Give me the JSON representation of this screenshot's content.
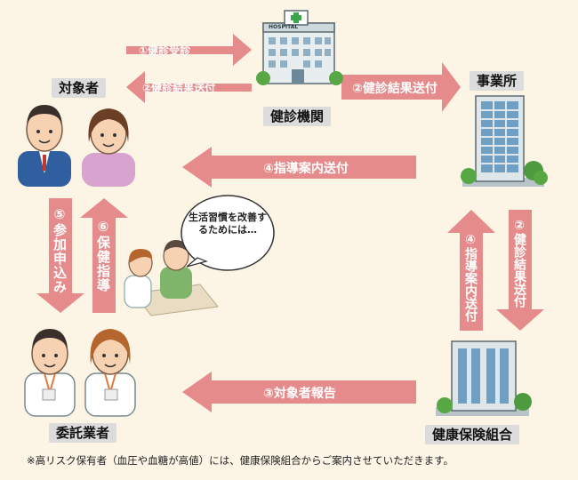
{
  "nodes": {
    "target": "対象者",
    "clinic": "健診機関",
    "company": "事業所",
    "contractor": "委託業者",
    "insurer": "健康保険組合"
  },
  "arrows": {
    "a1": "①健診受診",
    "a2_top": "②健診結果送付",
    "a2_clinic_back": "②健診結果送付",
    "a2_vertical": "②健診結果送付",
    "a3": "③対象者報告",
    "a4_horizontal": "④指導案内送付",
    "a4_vertical": "④指導案内送付",
    "a5": "⑤参加申込み",
    "a6": "⑥保健指導"
  },
  "bubble": "生活習慣を改善するためには…",
  "hospital_sign": "HOSPITAL",
  "footnote": "※高リスク保有者（血圧や血糖が高値）には、健康保険組合からご案内させていただきます。",
  "colors": {
    "background": "#fcf5e6",
    "arrow": "#e58b8b",
    "label_bg": "#dcdcdc"
  }
}
